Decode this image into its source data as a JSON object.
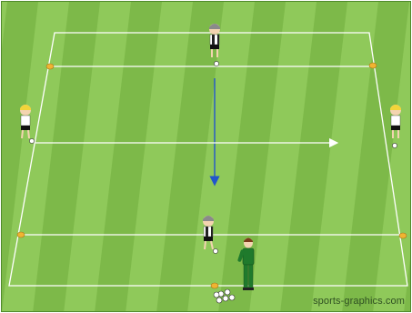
{
  "diagram": {
    "colors": {
      "grass_light": "#8fc95a",
      "grass_dark": "#6fac3c",
      "lines": "#ffffff",
      "pass_arrow": "#2255cc",
      "dribble_arrow": "#ffffff",
      "cone": "#f0b431",
      "team_shirt": "#ffffff",
      "team_stripe": "#222222",
      "coach_tracksuit": "#1f7a2c"
    },
    "players": [
      {
        "id": "player-top",
        "hair": "grey",
        "striped": true
      },
      {
        "id": "player-left",
        "hair": "blond",
        "striped": false
      },
      {
        "id": "player-right",
        "hair": "blond",
        "striped": false
      },
      {
        "id": "player-bottom",
        "hair": "grey",
        "striped": true
      }
    ],
    "coach": {
      "tracksuit": "green"
    },
    "cones": 5,
    "ball_pile": 6,
    "arrows": [
      {
        "type": "pass",
        "direction": "down"
      },
      {
        "type": "dribble",
        "direction": "right"
      }
    ]
  },
  "watermark": "sports-graphics.com"
}
